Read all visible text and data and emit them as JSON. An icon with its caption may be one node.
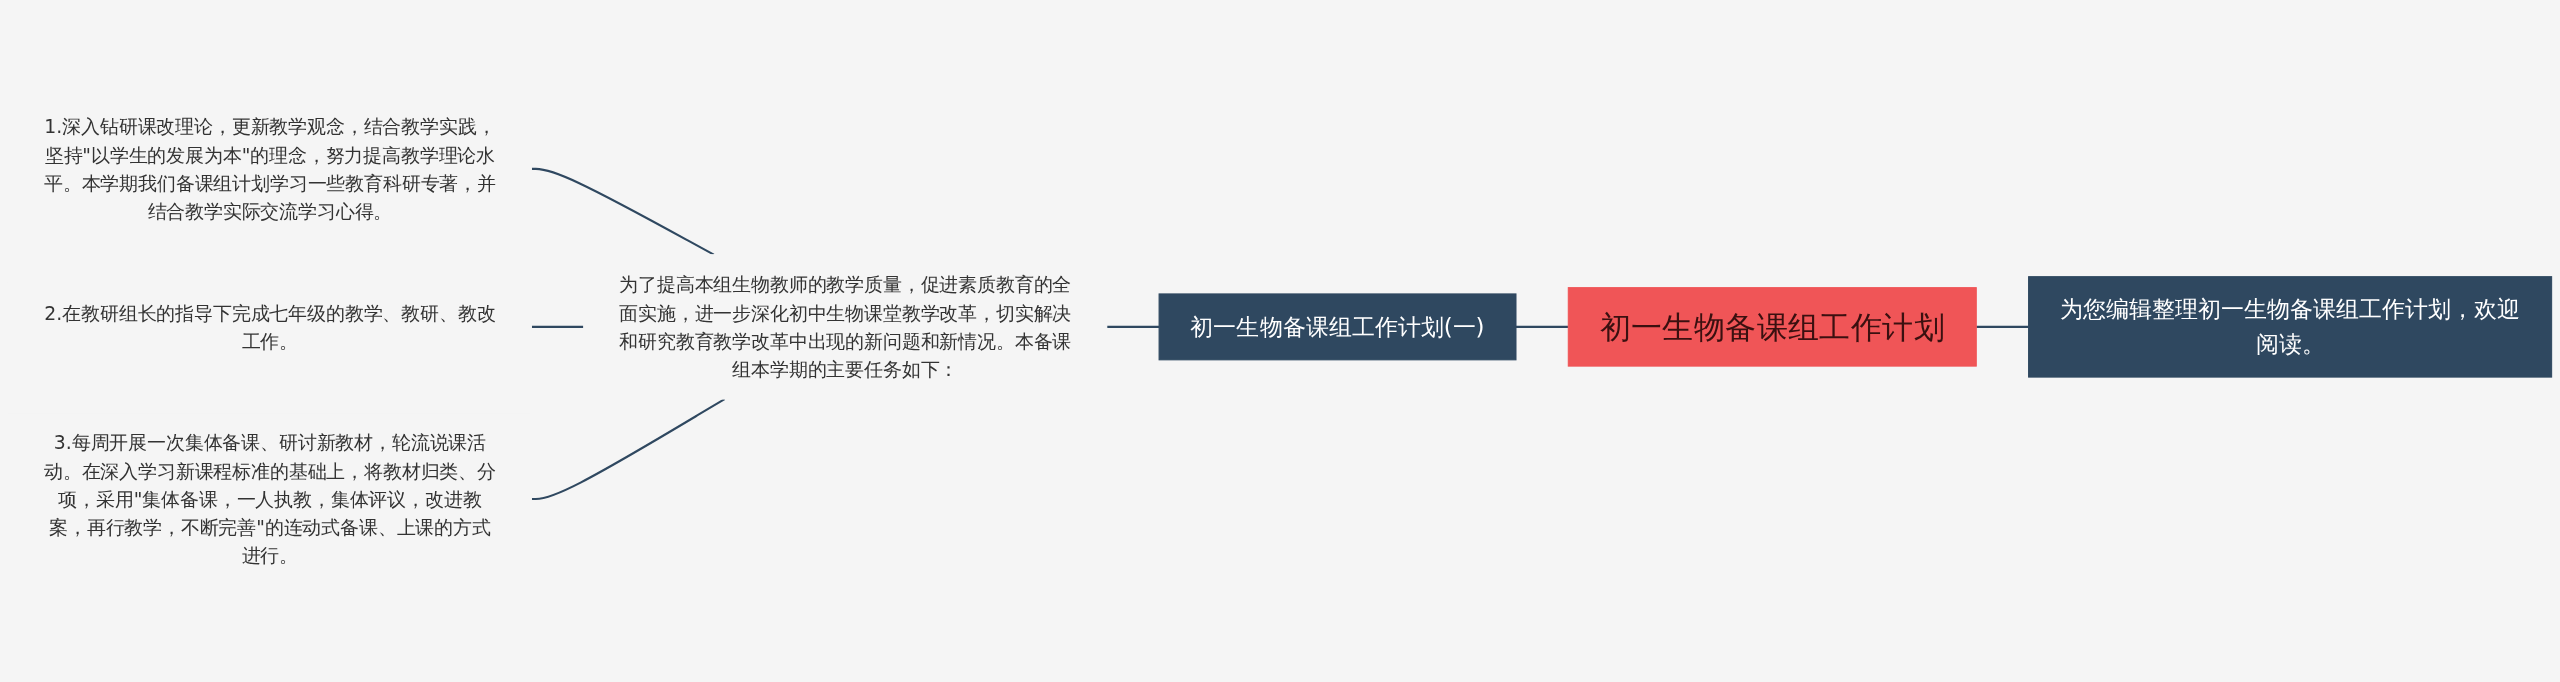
{
  "diagram": {
    "nodes": [
      {
        "text": [
          "初一生物备课组工作计划"
        ]
      },
      {
        "text": [
          "为您编辑整理初一生物备课组工作计划，欢迎阅读。"
        ]
      },
      {
        "text": [
          "初一生物备课组工作计划(一)"
        ]
      },
      {
        "text": [
          "为了提高本组生物教师的教学质量，促进素质教育的全面实施，进一步深化初中生物课堂教学改革，切实解决和研究教育教学改革中出现的新问题和新情况。本备课组本学期的主要任务如下："
        ]
      },
      {
        "text": [
          "1.深入钻研课改理论，更新教学观念，结合教学实践，坚持\"以学生的发展为本\"的理念，努力提高教学理论水平。本学期我们备课组计划学习一些教育科研专著，并结合教学实际交流学习心得。"
        ]
      },
      {
        "text": [
          "2.在教研组长的指导下完成七年级的教学、教研、教改工作。"
        ]
      },
      {
        "text": [
          "3.每周开展一次集体备课、研讨新教材，轮流说课活动。在深入学习新课程标准的基础上，将教材归类、分项，采用\"集体备课，一人执教，集体评议，改进教案，再行教学，不断完善\"的连动式备课、上课的方式进行。"
        ]
      }
    ],
    "edges": [
      {
        "from": 0,
        "to": 1,
        "arrow": "none"
      },
      {
        "from": 0,
        "to": 2,
        "arrow": "none"
      },
      {
        "from": 2,
        "to": 3,
        "arrow": "none"
      },
      {
        "from": 3,
        "to": 4,
        "arrow": "none"
      },
      {
        "from": 3,
        "to": 5,
        "arrow": "none"
      },
      {
        "from": 3,
        "to": 6,
        "arrow": "none"
      }
    ]
  }
}
